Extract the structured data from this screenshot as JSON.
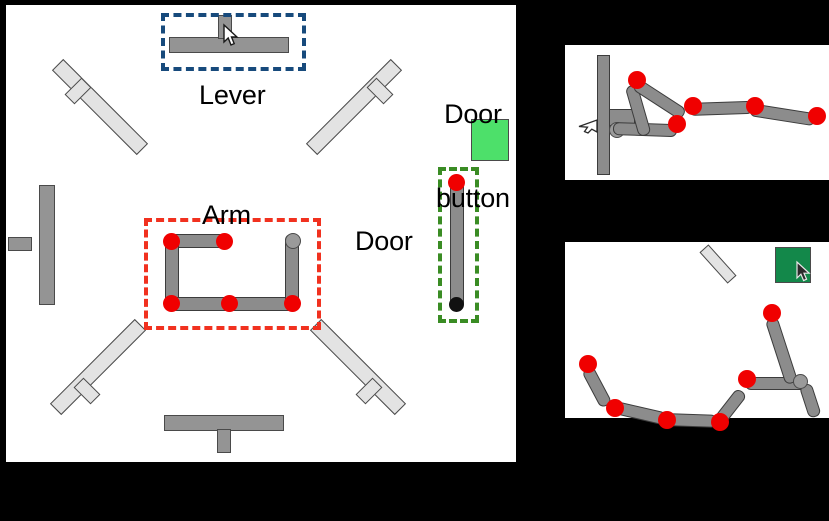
{
  "scene": {
    "background_color": "#000000",
    "panel_color": "#ffffff"
  },
  "labels": {
    "lever": "Lever",
    "arm": "Arm",
    "door": "Door",
    "door_button_line1": "Door",
    "door_button_line2": "button"
  },
  "highlights": [
    {
      "name": "lever",
      "color": "#174a7c",
      "style": "dashed"
    },
    {
      "name": "arm",
      "color": "#f1311f",
      "style": "dashed"
    },
    {
      "name": "door",
      "color": "#3a8c24",
      "style": "dashed"
    }
  ],
  "colors": {
    "joint_red": "#f00000",
    "joint_black": "#111111",
    "link_gray": "#8c8c8c",
    "lever_active_gray": "#949494",
    "lever_inactive_gray": "#e3e3e3",
    "door_button_green": "#4de06a",
    "goal_button_green": "#13884a",
    "outline": "#4a4a4a"
  },
  "main_panel": {
    "name": "simulation-arena",
    "levers": [
      {
        "id": "lever-top",
        "position": "top",
        "state": "active",
        "angle_deg": 0,
        "highlighted": true
      },
      {
        "id": "lever-top-left",
        "position": "top-left",
        "state": "inactive",
        "angle_deg": 45,
        "highlighted": false
      },
      {
        "id": "lever-top-right",
        "position": "top-right",
        "state": "inactive",
        "angle_deg": -45,
        "highlighted": false
      },
      {
        "id": "lever-left",
        "position": "left",
        "state": "active",
        "angle_deg": 90,
        "highlighted": false
      },
      {
        "id": "lever-bottom-left",
        "position": "bottom-left",
        "state": "inactive",
        "angle_deg": -45,
        "highlighted": false
      },
      {
        "id": "lever-bottom-right",
        "position": "bottom-right",
        "state": "inactive",
        "angle_deg": 45,
        "highlighted": false
      },
      {
        "id": "lever-bottom",
        "position": "bottom",
        "state": "active",
        "angle_deg": 180,
        "highlighted": false
      }
    ],
    "arm": {
      "name": "robot-arm",
      "joint_count": 5,
      "joints_red": 5,
      "gripper_tip": "grey"
    },
    "door": {
      "name": "door",
      "hinge_color": "#f00000",
      "tip_color": "#111111",
      "state": "closed"
    },
    "door_button": {
      "name": "door-button",
      "color": "#4de06a",
      "state": "unpressed"
    },
    "cursor": {
      "name": "mouse-cursor",
      "on": "lever-top"
    }
  },
  "topright_panel": {
    "name": "arm-reach-view",
    "caption": "",
    "joints": 5,
    "wall": true,
    "cursor": {
      "name": "mouse-cursor",
      "on": "wall"
    }
  },
  "bottomright_panel": {
    "name": "arm-goal-view",
    "caption": "",
    "joints": 6,
    "goal_button": {
      "name": "goal-button",
      "color": "#13884a"
    },
    "cursor": {
      "name": "mouse-cursor",
      "on": "goal-button"
    }
  }
}
